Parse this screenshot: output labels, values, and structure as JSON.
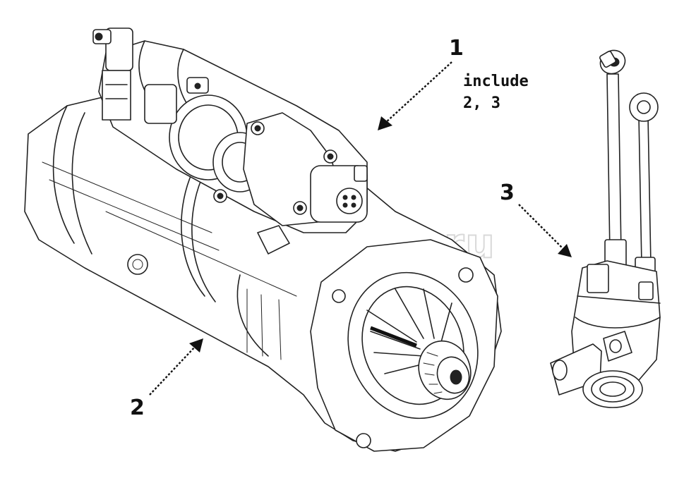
{
  "callouts": {
    "c1": "1",
    "c2": "2",
    "c3": "3"
  },
  "note": {
    "line1": "include",
    "line2": "2, 3"
  },
  "watermark": {
    "text": "autopiter.ru"
  }
}
